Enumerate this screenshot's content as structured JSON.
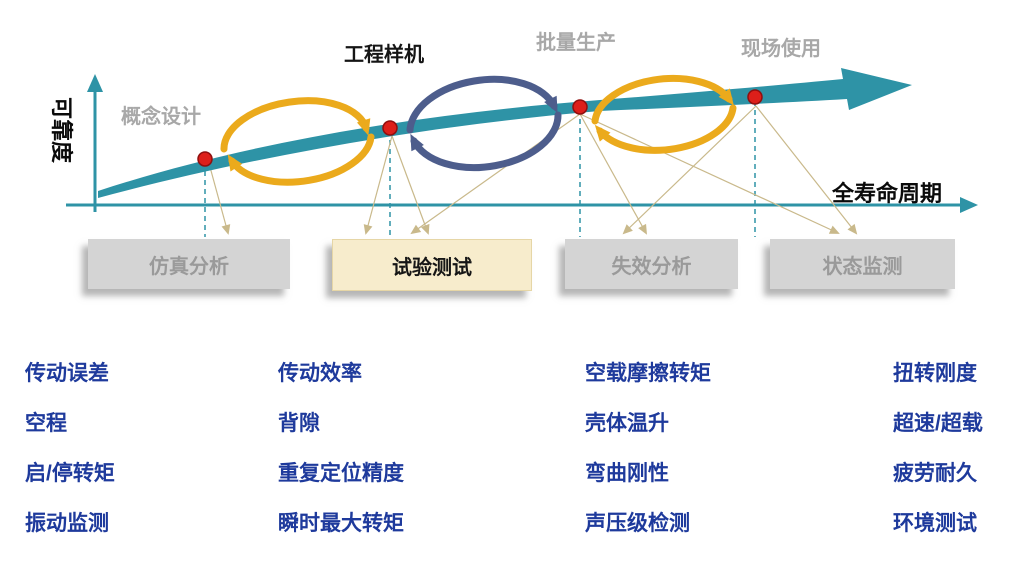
{
  "diagram": {
    "y_axis_label": "可靠度",
    "x_axis_label": "全寿命周期",
    "stages": [
      {
        "label": "概念设计",
        "emphasized": false
      },
      {
        "label": "工程样机",
        "emphasized": true
      },
      {
        "label": "批量生产",
        "emphasized": false
      },
      {
        "label": "现场使用",
        "emphasized": false
      }
    ],
    "phase_boxes": [
      {
        "label": "仿真分析",
        "highlighted": false
      },
      {
        "label": "试验测试",
        "highlighted": true
      },
      {
        "label": "失效分析",
        "highlighted": false
      },
      {
        "label": "状态监测",
        "highlighted": false
      }
    ]
  },
  "test_items": {
    "col1": [
      "传动误差",
      "空程",
      "启/停转矩",
      "振动监测"
    ],
    "col2": [
      "传动效率",
      "背隙",
      "重复定位精度",
      "瞬时最大转矩"
    ],
    "col3": [
      "空载摩擦转矩",
      "壳体温升",
      "弯曲刚性",
      "声压级检测"
    ],
    "col4": [
      "扭转刚度",
      "超速/超载",
      "疲劳耐久",
      "环境测试"
    ]
  },
  "colors": {
    "curve_teal": "#2E93A6",
    "loop_gold": "#EBAA1C",
    "loop_blue": "#4D5D8C",
    "milestone_red": "#DD1F1A",
    "item_text_blue": "#1E3A9C",
    "muted_gray": "#A8A8A8",
    "box_gray": "#D4D4D4",
    "box_cream": "#F7ECCC",
    "fan_arrow_tan": "#C9B98B"
  }
}
